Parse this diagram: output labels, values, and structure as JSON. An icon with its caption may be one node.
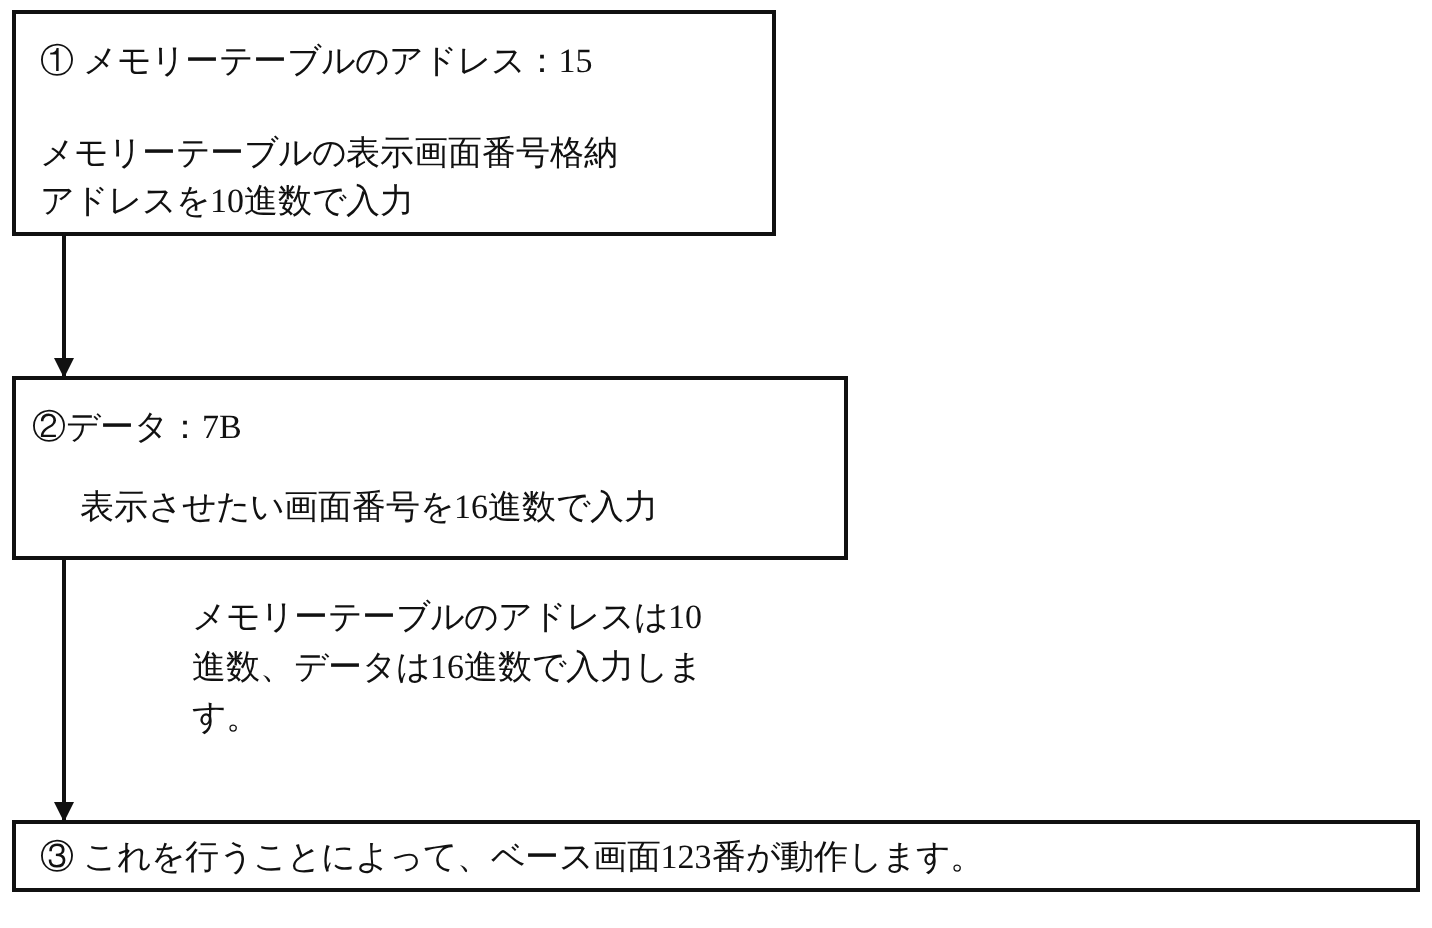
{
  "diagram": {
    "nodes": [
      {
        "text": [
          "① メモリーテーブルのアドレス：15",
          "メモリーテーブルの表示画面番号格納アドレスを10進数で入力"
        ]
      },
      {
        "text": [
          "②データ：7B",
          "表示させたい画面番号を16進数で入力"
        ]
      },
      {
        "text": [
          "③ これを行うことによって、ベース画面123番が動作します。"
        ]
      }
    ],
    "edges": [
      {
        "from": 0,
        "to": 1,
        "arrow": "to"
      },
      {
        "from": 1,
        "to": 2,
        "arrow": "to",
        "label": "メモリーテーブルのアドレスは10進数、データは16進数で入力します。"
      }
    ]
  }
}
